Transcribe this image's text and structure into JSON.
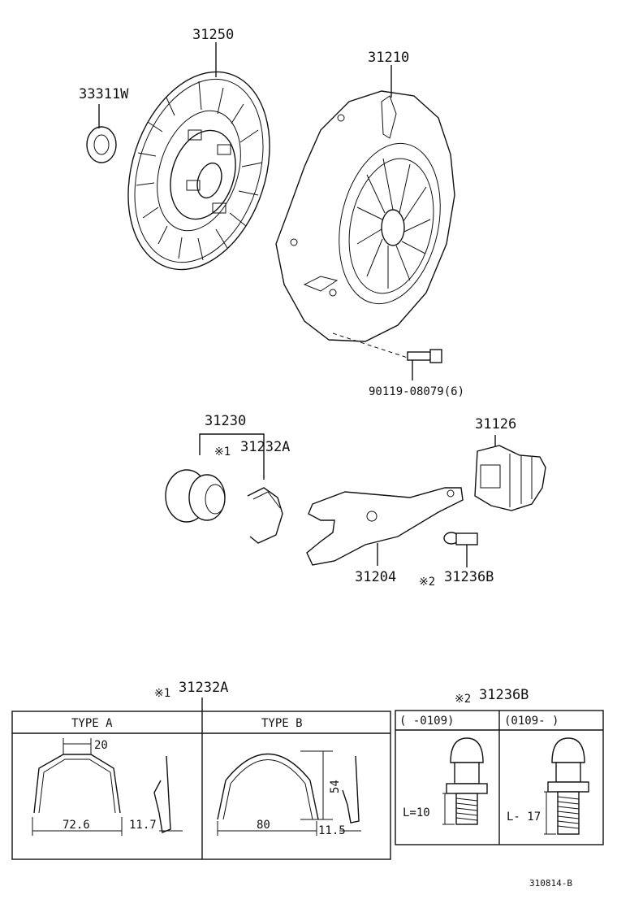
{
  "parts": {
    "disc": "31250",
    "bearing": "33311W",
    "cover": "31210",
    "bolt": "90119-08079(6)",
    "release_bearing": "31230",
    "clip": "31232A",
    "boot": "31126",
    "fork": "31204",
    "pivot": "31236B"
  },
  "marks": {
    "clip_mark": "※1",
    "pivot_mark": "※2"
  },
  "table_clip": {
    "mark": "※1",
    "part": "31232A",
    "type_a": "TYPE  A",
    "type_b": "TYPE  B",
    "dim_a_width": "72.6",
    "dim_a_top": "20",
    "dim_a_side": "11.7",
    "dim_b_width": "80",
    "dim_b_height": "54",
    "dim_b_side": "11.5"
  },
  "table_pivot": {
    "mark": "※2",
    "part": "31236B",
    "col1": "(    -0109)",
    "col2": "(0109-     )",
    "l1": "L=10",
    "l2": "L- 17"
  },
  "footer_code": "310814-B"
}
